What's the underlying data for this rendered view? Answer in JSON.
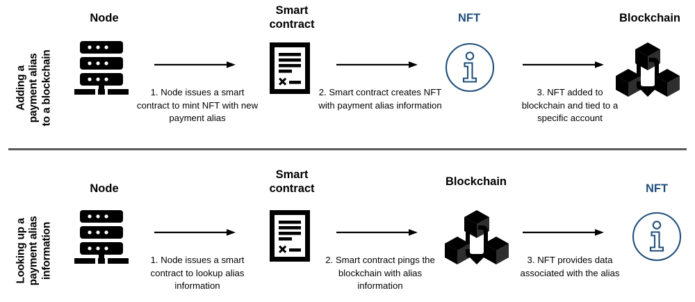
{
  "figure": {
    "background": "#ffffff",
    "accent_blue": "#1F4E79",
    "divider_color": "#595959"
  },
  "rows": [
    {
      "id": "adding",
      "side_label": "Adding a\npayment alias\nto a blockchain",
      "stages": [
        {
          "title": "Node",
          "icon": "node-icon",
          "color": "#000000"
        },
        {
          "title": "Smart\ncontract",
          "icon": "smart-contract-icon",
          "color": "#000000"
        },
        {
          "title": "NFT",
          "icon": "nft-info-icon",
          "color": "#1F4E79"
        },
        {
          "title": "Blockchain",
          "icon": "blockchain-icon",
          "color": "#000000"
        }
      ],
      "steps": [
        {
          "arrow": "arrow-right-icon",
          "caption": "1. Node issues a smart contract to mint NFT with new payment alias"
        },
        {
          "arrow": "arrow-right-icon",
          "caption": "2. Smart contract creates NFT with payment alias information"
        },
        {
          "arrow": "arrow-right-icon",
          "caption": "3. NFT added to blockchain and tied to a specific account"
        }
      ]
    },
    {
      "id": "lookup",
      "side_label": "Looking up a\npayment alias\ninformation",
      "stages": [
        {
          "title": "Node",
          "icon": "node-icon",
          "color": "#000000"
        },
        {
          "title": "Smart\ncontract",
          "icon": "smart-contract-icon",
          "color": "#000000"
        },
        {
          "title": "Blockchain",
          "icon": "blockchain-icon",
          "color": "#000000"
        },
        {
          "title": "NFT",
          "icon": "nft-info-icon",
          "color": "#1F4E79"
        }
      ],
      "steps": [
        {
          "arrow": "arrow-right-icon",
          "caption": "1. Node issues a smart contract to lookup alias information"
        },
        {
          "arrow": "arrow-right-icon",
          "caption": "2. Smart contract pings the blockchain with alias information"
        },
        {
          "arrow": "arrow-right-icon",
          "caption": "3. NFT provides data associated with the alias"
        }
      ]
    }
  ]
}
